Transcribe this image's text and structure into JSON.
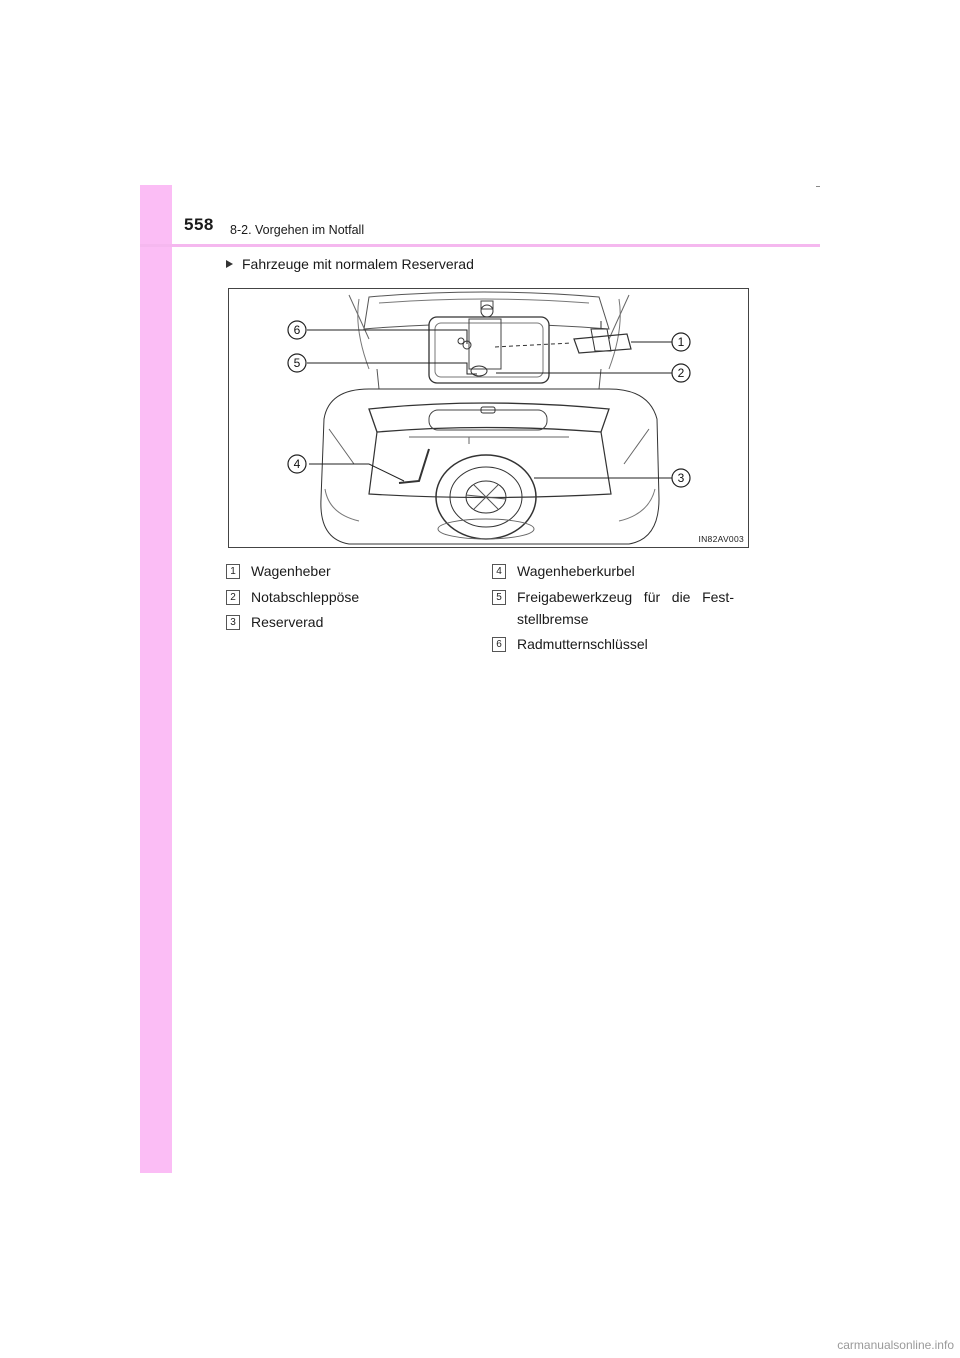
{
  "header": {
    "page_number": "558",
    "section": "8-2. Vorgehen im Notfall"
  },
  "subtitle": "Fahrzeuge mit normalem Reserverad",
  "figure": {
    "code": "IN82AV003",
    "callouts": [
      "1",
      "2",
      "3",
      "4",
      "5",
      "6"
    ]
  },
  "legend": [
    {
      "num": "1",
      "text": "Wagenheber"
    },
    {
      "num": "2",
      "text": "Notabschleppöse"
    },
    {
      "num": "3",
      "text": "Reserverad"
    },
    {
      "num": "4",
      "text": "Wagenheberkurbel"
    },
    {
      "num": "5",
      "text": "Freigabewerkzeug für die Fest-stellbremse"
    },
    {
      "num": "6",
      "text": "Radmutternschlüssel"
    }
  ],
  "footer": "carmanualsonline.info"
}
